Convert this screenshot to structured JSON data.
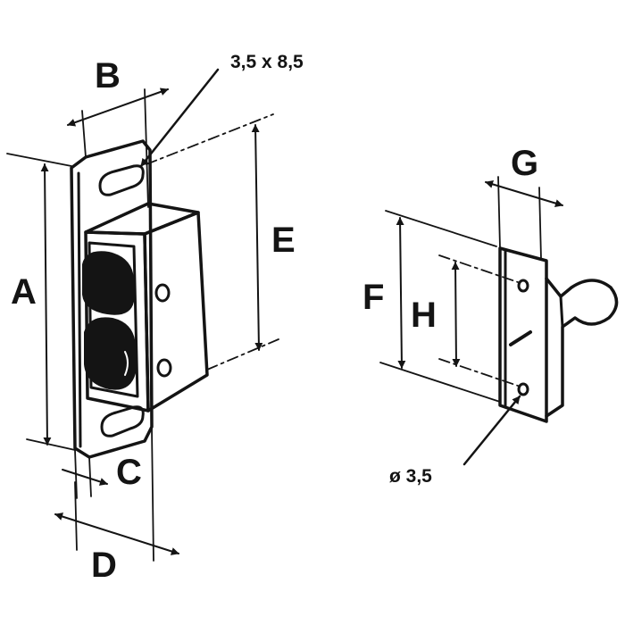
{
  "labels": {
    "A": "A",
    "B": "B",
    "C": "C",
    "D": "D",
    "E": "E",
    "F": "F",
    "G": "G",
    "H": "H",
    "slot_size": "3,5 x 8,5",
    "hole_diameter": "ø 3,5"
  },
  "colors": {
    "ink": "#141414",
    "paper": "#ffffff"
  }
}
